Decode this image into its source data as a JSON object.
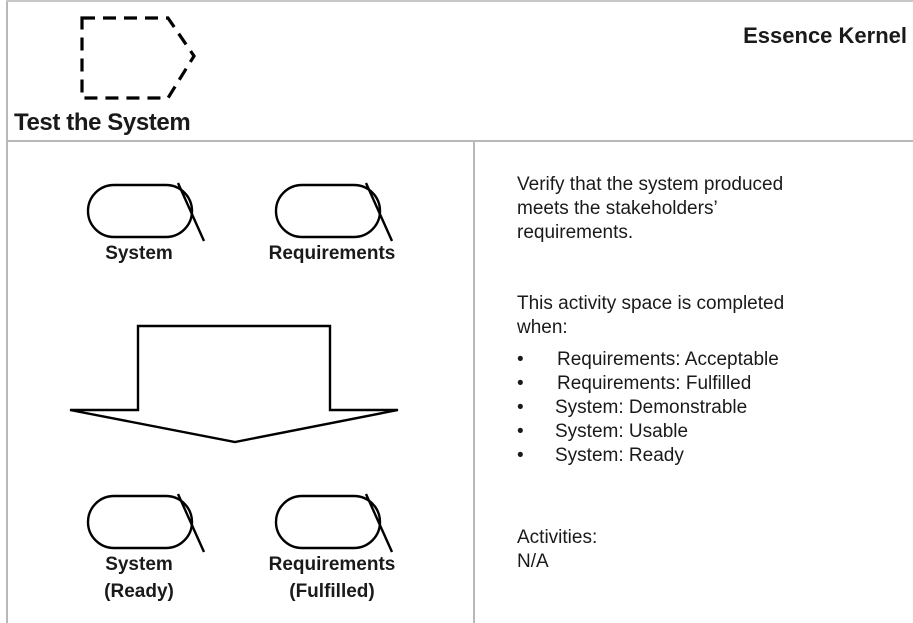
{
  "header": {
    "title": "Test the System",
    "kernel_label": "Essence Kernel",
    "icon": "dashed-activity-space-icon"
  },
  "inputs": [
    {
      "label": "System",
      "icon": "alpha-icon"
    },
    {
      "label": "Requirements",
      "icon": "alpha-icon"
    }
  ],
  "transition": {
    "icon": "down-arrow-icon"
  },
  "outputs": [
    {
      "label_line1": "System",
      "label_line2": "(Ready)",
      "icon": "alpha-icon"
    },
    {
      "label_line1": "Requirements",
      "label_line2": "(Fulfilled)",
      "icon": "alpha-icon"
    }
  ],
  "description": {
    "intro_lines": [
      "Verify that the system produced",
      "meets the stakeholders’",
      "requirements."
    ],
    "completion_lines": [
      "This activity space is completed",
      "when:"
    ],
    "criteria": [
      "Requirements: Acceptable",
      "Requirements: Fulfilled",
      "System: Demonstrable",
      "System: Usable",
      "System: Ready"
    ],
    "activities_heading": "Activities:",
    "activities_value": "N/A"
  }
}
